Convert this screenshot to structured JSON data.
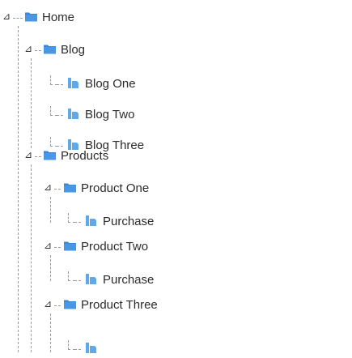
{
  "tree": {
    "accent_folder_color": "#3a86d8",
    "accent_file_color": "#62a8e6",
    "toggle_glyph": "⊿",
    "nodes": [
      {
        "id": "home",
        "label": "Home",
        "icon": "folder-icon",
        "expanded": true
      },
      {
        "id": "blog",
        "label": "Blog",
        "icon": "folder-icon",
        "expanded": true
      },
      {
        "id": "blog-one",
        "label": "Blog One",
        "icon": "file-icon"
      },
      {
        "id": "blog-two",
        "label": "Blog Two",
        "icon": "file-icon"
      },
      {
        "id": "blog-three",
        "label": "Blog Three",
        "icon": "file-icon"
      },
      {
        "id": "products",
        "label": "Products",
        "icon": "folder-icon",
        "expanded": true
      },
      {
        "id": "product-one",
        "label": "Product One",
        "icon": "folder-icon",
        "expanded": true
      },
      {
        "id": "purchase-1",
        "label": "Purchase",
        "icon": "file-icon"
      },
      {
        "id": "product-two",
        "label": "Product Two",
        "icon": "folder-icon",
        "expanded": true
      },
      {
        "id": "purchase-2",
        "label": "Purchase",
        "icon": "file-icon"
      },
      {
        "id": "product-three",
        "label": "Product Three",
        "icon": "folder-icon",
        "expanded": true
      },
      {
        "id": "purchase-3",
        "label": "",
        "icon": "file-icon"
      }
    ]
  }
}
